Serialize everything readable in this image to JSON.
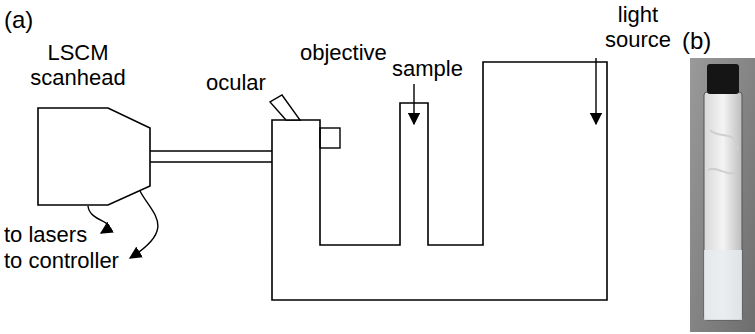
{
  "diagram": {
    "labels": [
      "(a)",
      "LSCM scanhead",
      "ocular",
      "objective",
      "sample",
      "light source",
      "(b)",
      "to lasers",
      "to controller"
    ]
  }
}
